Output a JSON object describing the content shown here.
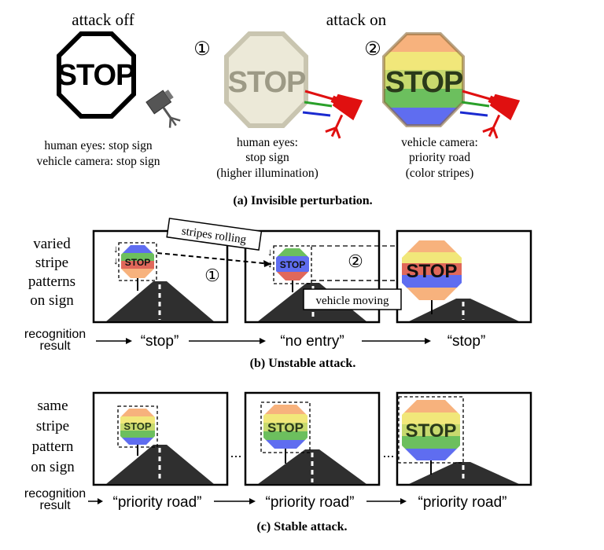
{
  "panel_a": {
    "header_off": "attack off",
    "header_on": "attack on",
    "marker_1": "①",
    "marker_2": "②",
    "stop_text": "STOP",
    "caption_off_line1": "human eyes: stop sign",
    "caption_off_line2": "vehicle camera: stop sign",
    "caption_1_line1": "human eyes:",
    "caption_1_line2": "stop sign",
    "caption_1_line3": "(higher illumination)",
    "caption_2_line1": "vehicle camera:",
    "caption_2_line2": "priority road",
    "caption_2_line3": "(color stripes)",
    "subcaption": "(a) Invisible perturbation."
  },
  "panel_b": {
    "left_label": [
      "varied",
      "stripe",
      "patterns",
      "on sign"
    ],
    "recognition_label": [
      "recognition",
      "result"
    ],
    "stripes_rolling": "stripes rolling",
    "vehicle_moving": "vehicle moving",
    "marker_1": "①",
    "marker_2": "②",
    "results": [
      "“stop”",
      "“no entry”",
      "“stop”"
    ],
    "subcaption": "(b) Unstable attack."
  },
  "panel_c": {
    "left_label": [
      "same",
      "stripe",
      "pattern",
      "on sign"
    ],
    "recognition_label": [
      "recognition",
      "result"
    ],
    "ellipsis": "...",
    "results": [
      "“priority road”",
      "“priority road”",
      "“priority road”"
    ],
    "subcaption": "(c) Stable attack."
  },
  "colors": {
    "pale_stop": "#ece9d8",
    "pale_stop_text": "#9d9a86",
    "stripe_orange": "#f7b27d",
    "stripe_yellow": "#f1e77a",
    "stripe_green": "#6cbf5e",
    "stripe_blue": "#5f6df0",
    "stripe_red": "#e0685a",
    "laser_red": "#e01010",
    "road": "#2f2f2f"
  }
}
